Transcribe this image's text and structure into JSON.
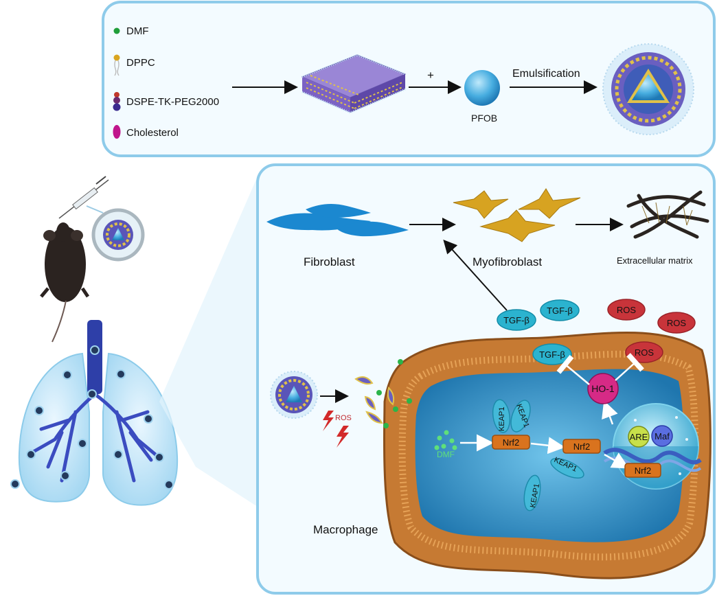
{
  "synthesis_panel": {
    "legend": [
      {
        "label": "DMF",
        "icon": "green-dot-icon",
        "color": "#1f9e3a"
      },
      {
        "label": "DPPC",
        "icon": "phospholipid-icon",
        "color": "#d9a520"
      },
      {
        "label": "DSPE-TK-PEG2000",
        "icon": "peg-lipid-icon",
        "color": "#6a2a6e"
      },
      {
        "label": "Cholesterol",
        "icon": "cholesterol-ellipse-icon",
        "color": "#c0168c"
      }
    ],
    "plus_sign": "+",
    "pfob_label": "PFOB",
    "emulsification_label": "Emulsification"
  },
  "cell_panel": {
    "fibroblast_label": "Fibroblast",
    "myofibroblast_label": "Myofibroblast",
    "ecm_label": "Extracellular matrix",
    "macrophage_label": "Macrophage",
    "tgfb_label": "TGF-β",
    "ros_label": "ROS",
    "ros_trigger_label": "ROS",
    "ho1_label": "HO-1",
    "keap1_label": "KEAP1",
    "nrf2_label": "Nrf2",
    "dmf_label": "DMF",
    "are_label": "ARE",
    "maf_label": "Maf"
  },
  "colors": {
    "panel_border": "#8ecbea",
    "panel_fill": "#eef8fe",
    "fibroblast": "#1b88d0",
    "myofibroblast": "#d7a321",
    "membrane": "#b86a28",
    "cytoplasm": "#2f8fc4",
    "tgfb": "#2bb3cf",
    "ros": "#c8343a",
    "ho1": "#d62a86",
    "nrf2": "#d9731e",
    "nanoparticle": "#5bbde6"
  }
}
